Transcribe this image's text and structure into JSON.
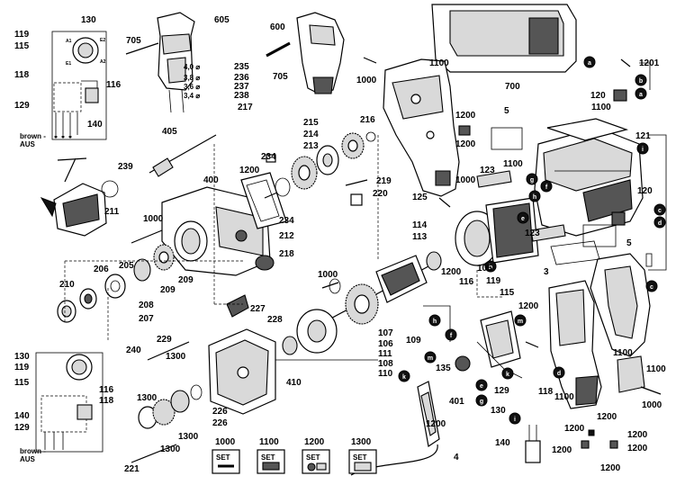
{
  "part_numbers": {
    "p130": "130",
    "p119": "119",
    "p115": "115",
    "p118": "118",
    "p116": "116",
    "p129": "129",
    "p140": "140",
    "p605": "605",
    "p705a": "705",
    "p705b": "705",
    "p600": "600",
    "p1100a": "1100",
    "p1000a": "1000",
    "p700": "700",
    "p1201": "1201",
    "p120a": "120",
    "p1100b": "1100",
    "p235": "235",
    "p236": "236",
    "p237": "237",
    "p238": "238",
    "p217": "217",
    "p215": "215",
    "p216": "216",
    "p214": "214",
    "p213": "213",
    "p1200a": "1200",
    "p5a": "5",
    "p405": "405",
    "p234a": "234",
    "p1200b": "1200",
    "p239": "239",
    "p400": "400",
    "p219": "219",
    "p220": "220",
    "p123a": "123",
    "p1100c": "1100",
    "p121": "121",
    "p1000b": "1000",
    "p125": "125",
    "p120b": "120",
    "p211": "211",
    "p1000c": "1000",
    "p234b": "234",
    "p212": "212",
    "p114": "114",
    "p113": "113",
    "p218": "218",
    "p123b": "123",
    "p5b": "5",
    "p3": "3",
    "p206": "206",
    "p205": "205",
    "p209a": "209",
    "p209b": "209",
    "p1000d": "1000",
    "p1200c": "1200",
    "p105": "105",
    "p210": "210",
    "p208": "208",
    "p207": "207",
    "p116b": "116",
    "p119b": "119",
    "p115b": "115",
    "p227": "227",
    "p228": "228",
    "p107": "107",
    "p106": "106",
    "p111": "111",
    "p108": "108",
    "p110": "110",
    "p109": "109",
    "p1200d": "1200",
    "p1100d": "1100",
    "p240": "240",
    "p229": "229",
    "p410": "410",
    "p135": "135",
    "p401": "401",
    "p129b": "129",
    "p130b": "130",
    "p118b": "118",
    "p1100e": "1100",
    "p1100f": "1100",
    "p1000e": "1000",
    "p1200e": "1200",
    "p130c": "130",
    "p119c": "119",
    "p115c": "115",
    "p116c": "116",
    "p118c": "118",
    "p140b": "140",
    "p129c": "129",
    "p1300a": "1300",
    "p1300b": "1300",
    "p1300c": "1300",
    "p1300d": "1300",
    "p226a": "226",
    "p226b": "226",
    "p1200f": "1200",
    "p4": "4",
    "p140c": "140",
    "p1200g": "1200",
    "p1200h": "1200",
    "p1200i": "1200",
    "p1200j": "1200",
    "p1200k": "1200",
    "p221": "221"
  },
  "wiring_labels": {
    "brown1": "brown -",
    "aus1": "AUS",
    "brown2": "brown -",
    "aus2": "AUS",
    "a1": "A1",
    "e2": "E2",
    "e1": "E1",
    "a2": "A2"
  },
  "spindle_sizes": {
    "s235": "4,0 ⌀",
    "s236": "3,8 ⌀",
    "s237": "3,6 ⌀",
    "s238": "3,4 ⌀"
  },
  "wire_markers": [
    "a",
    "b",
    "i",
    "c",
    "d",
    "f",
    "h",
    "e",
    "g",
    "k",
    "m",
    "i"
  ],
  "set_legend": [
    {
      "number": "1000",
      "label": "SET"
    },
    {
      "number": "1100",
      "label": "SET"
    },
    {
      "number": "1200",
      "label": "SET"
    },
    {
      "number": "1300",
      "label": "SET"
    }
  ],
  "colors": {
    "ink": "#000000",
    "shade": "#d9d9d9",
    "dark": "#555555",
    "paper": "#ffffff"
  }
}
